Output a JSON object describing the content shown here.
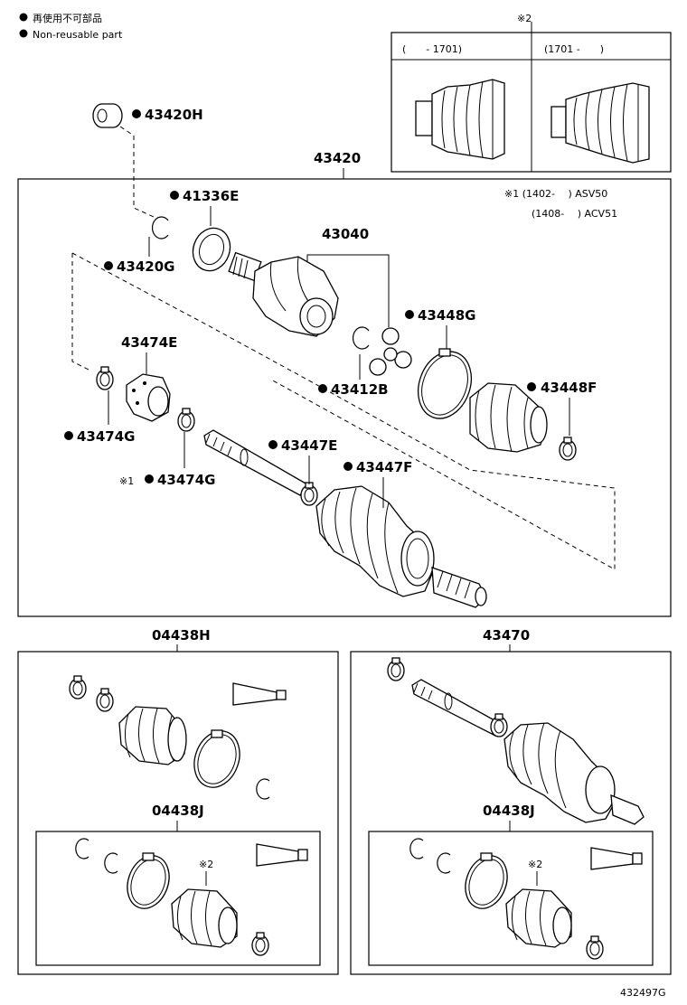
{
  "legend": {
    "line1": "再使用不可部品",
    "line2": "Non-reusable part"
  },
  "note2_box": {
    "marker": "※2",
    "left_header": "(　　- 1701)",
    "right_header": "(1701 -　　)"
  },
  "note1": {
    "line1": "※1 (1402-　 ) ASV50",
    "line2": "(1408-　 ) ACV51"
  },
  "labels": {
    "p43420H": "43420H",
    "p43420": "43420",
    "p41336E": "41336E",
    "p43420G": "43420G",
    "p43040": "43040",
    "p43448G": "43448G",
    "p43474E": "43474E",
    "p43412B": "43412B",
    "p43448F": "43448F",
    "p43474G_a": "43474G",
    "p43447E": "43447E",
    "p43447F": "43447F",
    "p43474G_b_prefix": "※1",
    "p43474G_b": "43474G",
    "p04438H": "04438H",
    "p43470": "43470",
    "p04438J_left": "04438J",
    "p04438J_right": "04438J",
    "mark2_left": "※2",
    "mark2_right": "※2",
    "figure_id": "432497G"
  }
}
